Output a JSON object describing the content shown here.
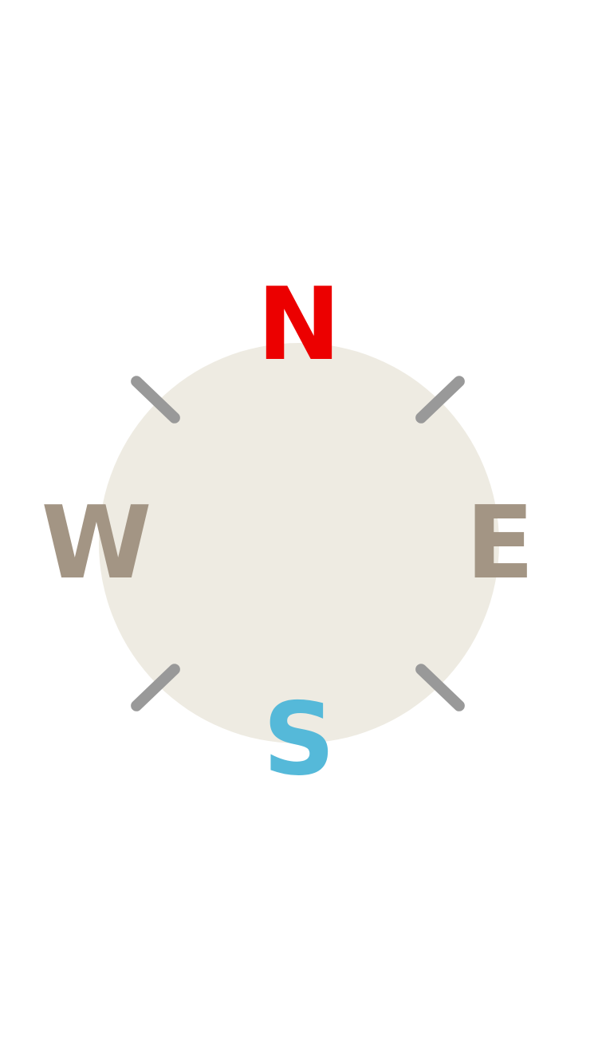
{
  "compass": {
    "north": {
      "label": "N",
      "color": "#ec0000"
    },
    "south": {
      "label": "S",
      "color": "#55b9d9"
    },
    "west": {
      "label": "W",
      "color": "#a39584"
    },
    "east": {
      "label": "E",
      "color": "#a39584"
    },
    "dial_color": "#eeebe2",
    "tick_color": "#999999"
  }
}
